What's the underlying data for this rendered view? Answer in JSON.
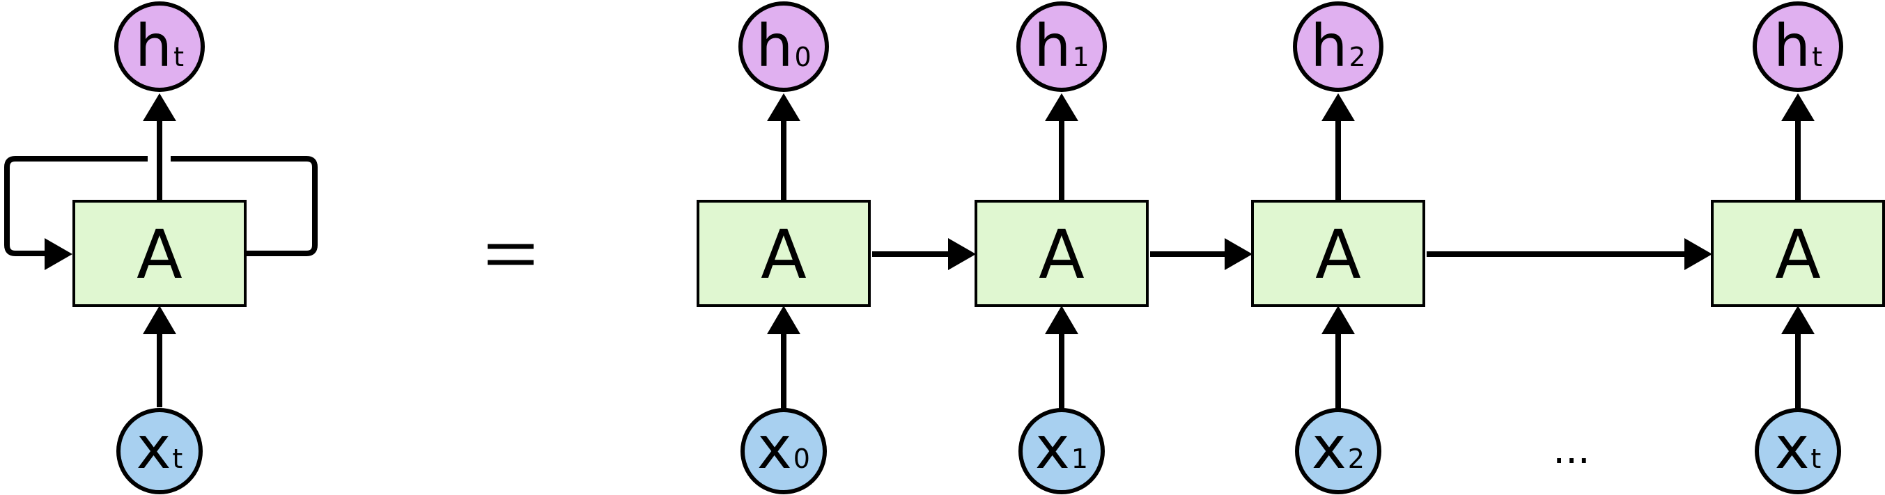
{
  "diagram": {
    "colors": {
      "cell_fill": "#e0f7d1",
      "output_fill": "#e0b0f0",
      "input_fill": "#a8d0f0",
      "stroke": "#000000"
    },
    "folded": {
      "cell": "A",
      "output": {
        "base": "h",
        "sub": "t"
      },
      "input": {
        "base": "x",
        "sub": "t"
      }
    },
    "unrolled": [
      {
        "cell": "A",
        "output": {
          "base": "h",
          "sub": "0"
        },
        "input": {
          "base": "x",
          "sub": "0"
        }
      },
      {
        "cell": "A",
        "output": {
          "base": "h",
          "sub": "1"
        },
        "input": {
          "base": "x",
          "sub": "1"
        }
      },
      {
        "cell": "A",
        "output": {
          "base": "h",
          "sub": "2"
        },
        "input": {
          "base": "x",
          "sub": "2"
        }
      },
      {
        "cell": "A",
        "output": {
          "base": "h",
          "sub": "t"
        },
        "input": {
          "base": "x",
          "sub": "t"
        }
      }
    ],
    "ellipsis": "..."
  }
}
